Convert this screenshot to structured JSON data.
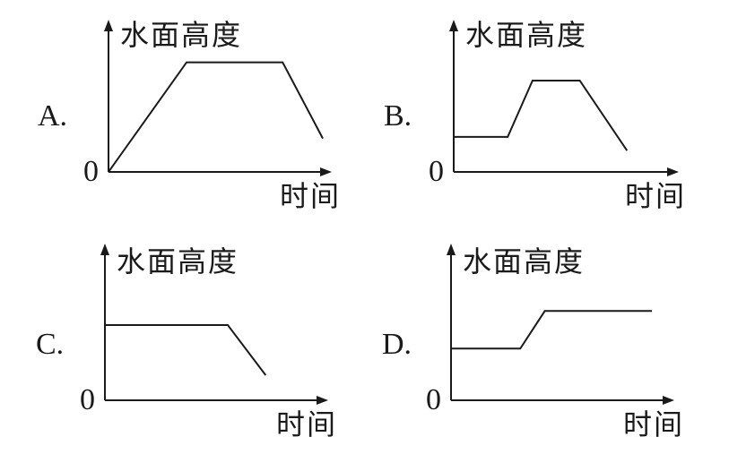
{
  "panels": [
    {
      "option": "A.",
      "y_label": "水面高度",
      "x_label": "时间",
      "origin_label": "0",
      "curve": [
        [
          0,
          0
        ],
        [
          0.35,
          0.72
        ],
        [
          0.78,
          0.72
        ],
        [
          0.96,
          0.22
        ]
      ]
    },
    {
      "option": "B.",
      "y_label": "水面高度",
      "x_label": "时间",
      "origin_label": "0",
      "curve": [
        [
          0,
          0.23
        ],
        [
          0.24,
          0.23
        ],
        [
          0.35,
          0.6
        ],
        [
          0.56,
          0.6
        ],
        [
          0.77,
          0.14
        ]
      ]
    },
    {
      "option": "C.",
      "y_label": "水面高度",
      "x_label": "时间",
      "origin_label": "0",
      "curve": [
        [
          0,
          0.48
        ],
        [
          0.55,
          0.48
        ],
        [
          0.72,
          0.16
        ]
      ]
    },
    {
      "option": "D.",
      "y_label": "水面高度",
      "x_label": "时间",
      "origin_label": "0",
      "curve": [
        [
          0,
          0.33
        ],
        [
          0.31,
          0.33
        ],
        [
          0.42,
          0.57
        ],
        [
          0.9,
          0.57
        ]
      ]
    }
  ]
}
